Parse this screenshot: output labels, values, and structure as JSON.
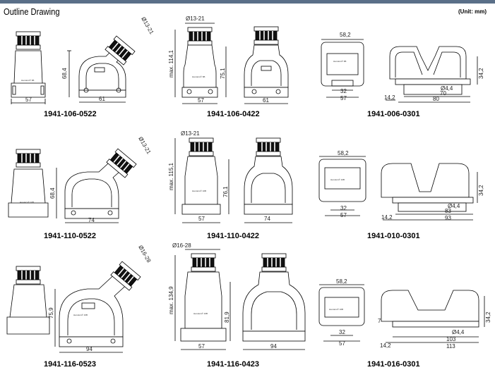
{
  "header": {
    "title": "Outline Drawing",
    "unit": "(Unit: mm)"
  },
  "parts": [
    "1941-106-0522",
    "1941-106-0422",
    "1941-006-0301",
    "1941-110-0522",
    "1941-110-0422",
    "1941-010-0301",
    "1941-116-0523",
    "1941-116-0423",
    "1941-016-0301"
  ],
  "dims": {
    "r1": {
      "a_57": "57",
      "a_68": "68,4",
      "a_61": "61",
      "a_d": "Ø13-21",
      "b_d": "Ø13-21",
      "b_max": "max. 114,1",
      "b_75": "75,1",
      "b_57": "57",
      "b_61": "61",
      "c_58": "58,2",
      "c_32": "32",
      "c_57": "57",
      "c_70": "70",
      "c_80": "80",
      "c_34": "34,2",
      "c_44": "Ø4,4",
      "c_14": "14,2"
    },
    "r2": {
      "a_68": "68,4",
      "a_74": "74",
      "a_d": "Ø13-21",
      "b_d": "Ø13-21",
      "b_max": "max. 115,1",
      "b_76": "76,1",
      "b_57": "57",
      "b_74": "74",
      "c_58": "58,2",
      "c_32": "32",
      "c_57": "57",
      "c_83": "83",
      "c_93": "93",
      "c_34": "34,2",
      "c_44": "Ø4,4",
      "c_14": "14,2"
    },
    "r3": {
      "a_75": "75,9",
      "a_94": "94",
      "a_d": "Ø16-28",
      "b_d": "Ø16-28",
      "b_max": "max. 134,9",
      "b_81": "81,9",
      "b_57": "57",
      "b_94": "94",
      "c_58": "58,2",
      "c_32": "32",
      "c_57": "57",
      "c_103": "103",
      "c_113": "113",
      "c_34": "34,2",
      "c_44": "Ø4,4",
      "c_14": "14,2",
      "c_7": "7"
    }
  },
  "labels": {
    "r1a": "Han-Eco® 6B",
    "r1b": "Han-Eco® 6B",
    "r1c": "Han-Eco® 6B",
    "r2a": "Han-Eco® 10B",
    "r2b": "Han-Eco® 10B",
    "r2c": "Han-Eco® 10B",
    "r3a": "Han-Eco® 16B",
    "r3b": "Han-Eco® 16B",
    "r3c": "Han-Eco® 16B"
  }
}
